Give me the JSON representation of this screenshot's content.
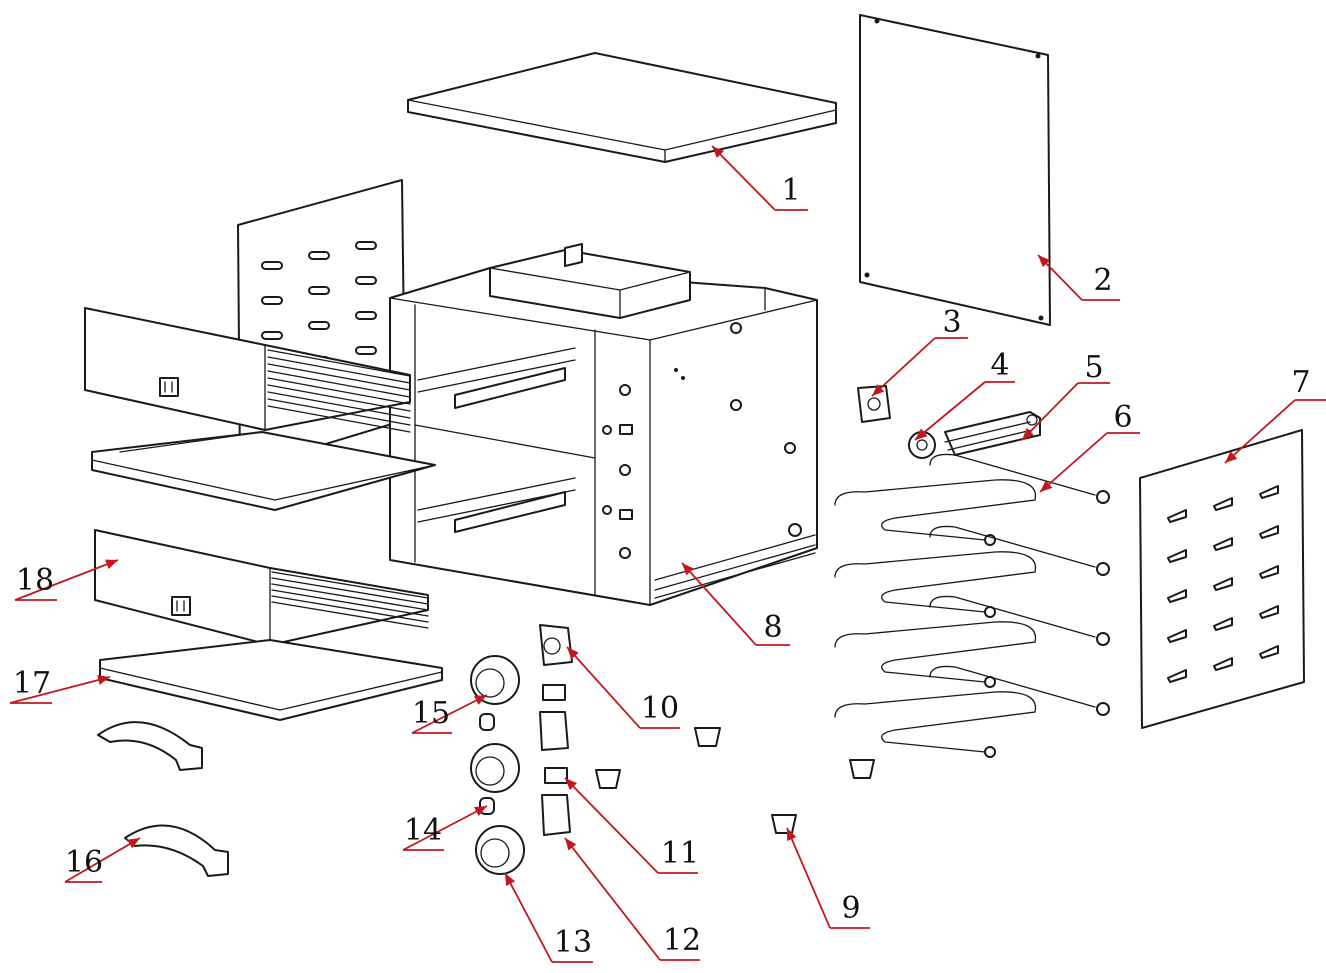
{
  "accent_color": "#c0181e",
  "line_color": "#1a1a1a",
  "callouts": [
    {
      "num": "1"
    },
    {
      "num": "2"
    },
    {
      "num": "3"
    },
    {
      "num": "4"
    },
    {
      "num": "5"
    },
    {
      "num": "6"
    },
    {
      "num": "7"
    },
    {
      "num": "8"
    },
    {
      "num": "9"
    },
    {
      "num": "10"
    },
    {
      "num": "11"
    },
    {
      "num": "12"
    },
    {
      "num": "13"
    },
    {
      "num": "14"
    },
    {
      "num": "15"
    },
    {
      "num": "16"
    },
    {
      "num": "17"
    },
    {
      "num": "18"
    }
  ]
}
